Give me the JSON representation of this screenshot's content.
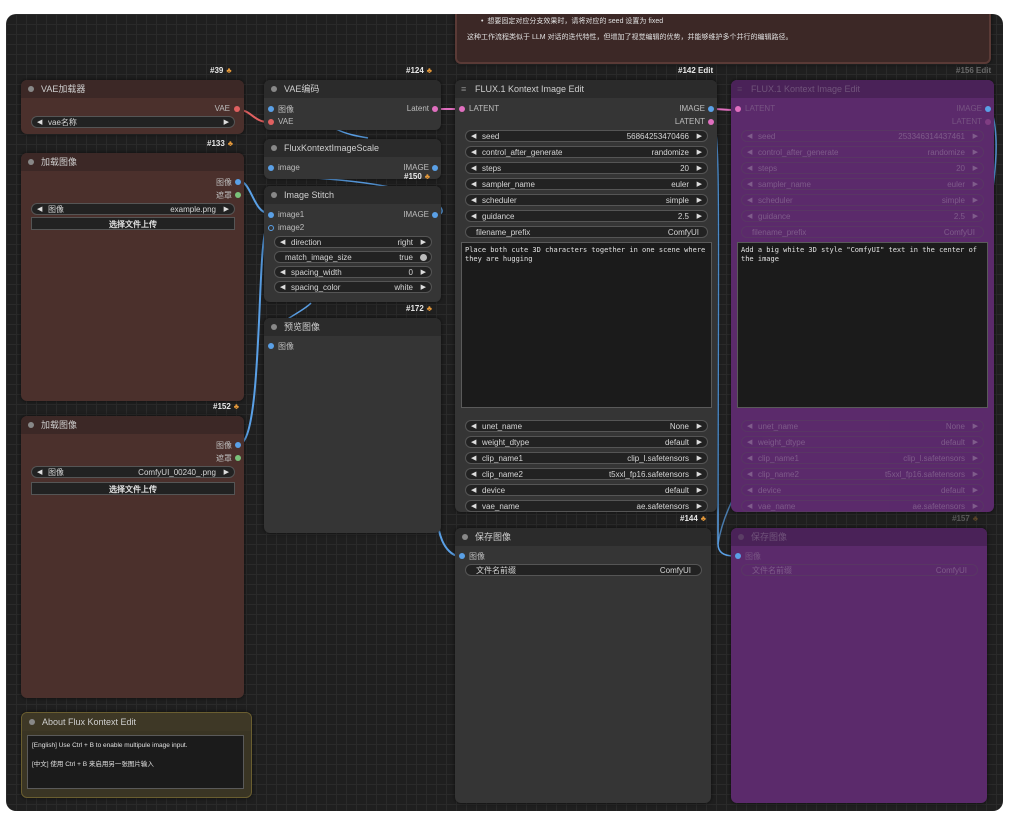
{
  "note": {
    "bullet": "想要固定对应分支效果时，请将对应的 seed 设置为 fixed",
    "text": "这种工作流程类似于 LLM 对话的迭代特性，但增加了视觉编辑的优势，并能够维护多个并行的编辑路径。"
  },
  "vae_loader": {
    "id": "#39",
    "title": "VAE加载器",
    "output": "VAE",
    "widget": "vae名称"
  },
  "load_image_1": {
    "id": "#133",
    "title": "加载图像",
    "out_image": "图像",
    "out_mask": "遮罩",
    "widget_label": "图像",
    "widget_value": "example.png",
    "upload": "选择文件上传"
  },
  "load_image_2": {
    "id": "#152",
    "title": "加载图像",
    "out_image": "图像",
    "out_mask": "遮罩",
    "widget_label": "图像",
    "widget_value": "ComfyUI_00240_.png",
    "upload": "选择文件上传"
  },
  "about": {
    "title": "About Flux Kontext Edit",
    "line1": "[English] Use Ctrl + B to enable multipule image input.",
    "line2": "[中文] 使用 Ctrl + B 来启用另一张图片输入"
  },
  "vae_encode": {
    "id": "#124",
    "title": "VAE编码",
    "in_image": "图像",
    "in_vae": "VAE",
    "out": "Latent"
  },
  "scale": {
    "id": "#150",
    "title": "FluxKontextImageScale",
    "in": "image",
    "out": "IMAGE"
  },
  "stitch": {
    "id": "#172",
    "title": "Image Stitch",
    "in1": "image1",
    "in2": "image2",
    "out": "IMAGE",
    "widgets": [
      {
        "label": "direction",
        "value": "right"
      },
      {
        "label": "match_image_size",
        "value": "true"
      },
      {
        "label": "spacing_width",
        "value": "0"
      },
      {
        "label": "spacing_color",
        "value": "white"
      }
    ]
  },
  "preview": {
    "title": "预览图像",
    "in": "图像"
  },
  "kontext_main": {
    "id": "#142 Edit",
    "title": "FLUX.1 Kontext Image Edit",
    "in": "LATENT",
    "out_image": "IMAGE",
    "out_latent": "LATENT",
    "widgets": [
      {
        "label": "seed",
        "value": "568642534704​66"
      },
      {
        "label": "control_after_generate",
        "value": "randomize"
      },
      {
        "label": "steps",
        "value": "20"
      },
      {
        "label": "sampler_name",
        "value": "euler"
      },
      {
        "label": "scheduler",
        "value": "simple"
      },
      {
        "label": "guidance",
        "value": "2.5"
      },
      {
        "label": "filename_prefix",
        "value": "ComfyUI"
      }
    ],
    "prompt": "Place both cute 3D characters together in one scene where they are hugging",
    "widgets2": [
      {
        "label": "unet_name",
        "value": "None"
      },
      {
        "label": "weight_dtype",
        "value": "default"
      },
      {
        "label": "clip_name1",
        "value": "clip_l.safetensors"
      },
      {
        "label": "clip_name2",
        "value": "t5xxl_fp16.safetensors"
      },
      {
        "label": "device",
        "value": "default"
      },
      {
        "label": "vae_name",
        "value": "ae.safetensors"
      }
    ]
  },
  "kontext_second": {
    "id": "#156 Edit",
    "title": "FLUX.1 Kontext Image Edit",
    "in": "LATENT",
    "out_image": "IMAGE",
    "out_latent": "LATENT",
    "widgets": [
      {
        "label": "seed",
        "value": "253346314437461"
      },
      {
        "label": "control_after_generate",
        "value": "randomize"
      },
      {
        "label": "steps",
        "value": "20"
      },
      {
        "label": "sampler_name",
        "value": "euler"
      },
      {
        "label": "scheduler",
        "value": "simple"
      },
      {
        "label": "guidance",
        "value": "2.5"
      },
      {
        "label": "filename_prefix",
        "value": "ComfyUI"
      }
    ],
    "prompt": "Add a big white 3D style \"ComfyUI\" text in the center of the image",
    "widgets2": [
      {
        "label": "unet_name",
        "value": "None"
      },
      {
        "label": "weight_dtype",
        "value": "default"
      },
      {
        "label": "clip_name1",
        "value": "clip_l.safetensors"
      },
      {
        "label": "clip_name2",
        "value": "t5xxl_fp16.safetensors"
      },
      {
        "label": "device",
        "value": "default"
      },
      {
        "label": "vae_name",
        "value": "ae.safetensors"
      }
    ]
  },
  "save_main": {
    "id": "#144",
    "title": "保存图像",
    "in": "图像",
    "widget_label": "文件名前缀",
    "widget_value": "ComfyUI"
  },
  "save_second": {
    "id": "#157",
    "title": "保存图像",
    "in": "图像",
    "widget_label": "文件名前缀",
    "widget_value": "ComfyUI"
  },
  "colors": {
    "canvas": "#1f1f1f",
    "node_brown": "#4b302c",
    "node_gray": "#353535",
    "node_purple": "#5b2a6b",
    "link_blue": "#5aa0e6",
    "link_pink": "#e06fbf",
    "link_red": "#e06060",
    "fox": "#e79a3a"
  }
}
